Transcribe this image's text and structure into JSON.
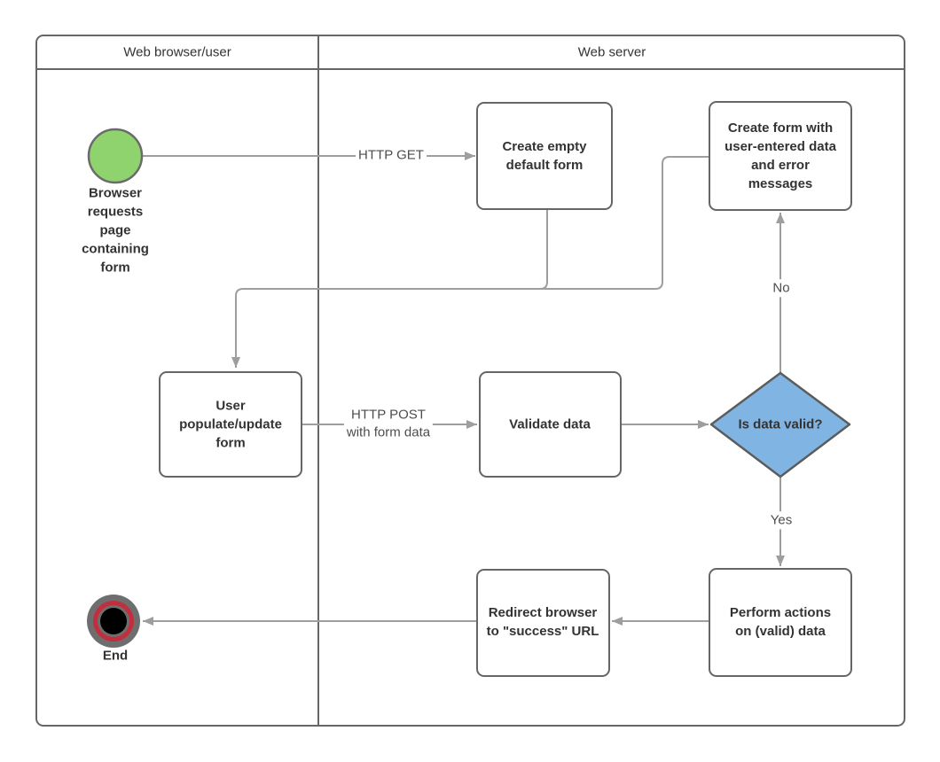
{
  "diagram": {
    "lanes": [
      {
        "title": "Web browser/user"
      },
      {
        "title": "Web server"
      }
    ],
    "nodes": {
      "start": {
        "label": "Browser\nrequests\npage\ncontaining\nform"
      },
      "create_empty": {
        "label": "Create empty\ndefault form"
      },
      "create_form": {
        "label": "Create form with\nuser-entered data\nand error\nmessages"
      },
      "user_populate": {
        "label": "User\npopulate/update\nform"
      },
      "validate": {
        "label": "Validate data"
      },
      "decision": {
        "label": "Is data valid?"
      },
      "perform": {
        "label": "Perform actions\non (valid) data"
      },
      "redirect": {
        "label": "Redirect browser\nto \"success\" URL"
      },
      "end": {
        "label": "End"
      }
    },
    "edges": {
      "http_get": {
        "label": "HTTP GET"
      },
      "http_post": {
        "label": "HTTP POST\nwith form data"
      },
      "no": {
        "label": "No"
      },
      "yes": {
        "label": "Yes"
      }
    },
    "colors": {
      "lane_border": "#666666",
      "node_border": "#666666",
      "node_fill": "#ffffff",
      "edge_line": "#9e9e9e",
      "start_fill": "#8fd36f",
      "decision_fill": "#80b5e3",
      "end_outer_ring": "#6e6e6e",
      "end_inner_ring": "#c12f3e",
      "end_core": "#000000",
      "node_text": "#333333",
      "edge_label_text": "#4d4d4d"
    }
  }
}
